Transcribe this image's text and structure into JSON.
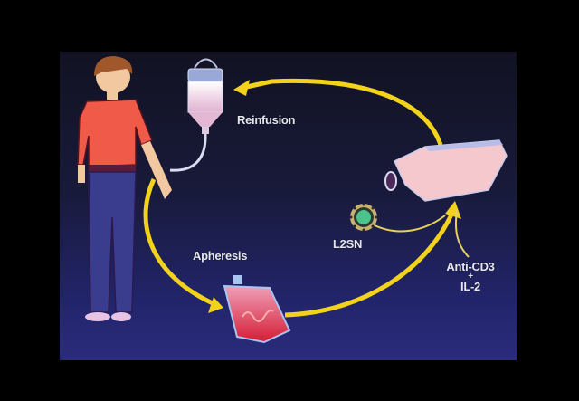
{
  "diagram": {
    "description": "Gene therapy cycle: patient blood collected by apheresis, T cells cultured with L2SN vector and Anti-CD3 + IL-2, then reinfused",
    "labels": {
      "reinfusion": "Reinfusion",
      "apheresis": "Apheresis",
      "vector": "L2SN",
      "stim_line1": "Anti-CD3",
      "stim_line2": "+",
      "stim_line3": "IL-2"
    },
    "colors": {
      "background_outer": "#000000",
      "panel_top": "#121222",
      "panel_bottom": "#2a2c7c",
      "arrow": "#f2d21a",
      "shirt": "#f05a48",
      "pants": "#3a3c8e",
      "hair": "#a0582a",
      "blood": "#d8243a",
      "culture": "#f4c8cc",
      "virus": "#4ac48a",
      "text": "#e6e6f0"
    }
  }
}
